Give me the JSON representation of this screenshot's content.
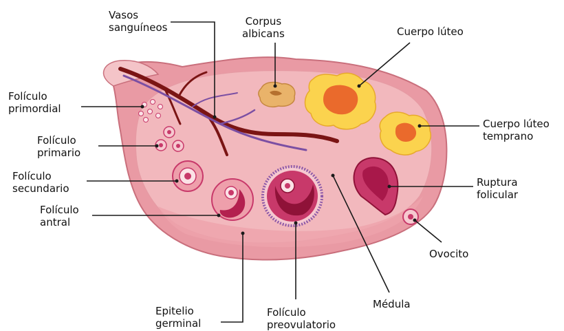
{
  "labels": {
    "vasos": [
      "Vasos",
      "sanguíneos"
    ],
    "corpus": [
      "Corpus",
      "albicans"
    ],
    "cuerpo_luteo": [
      "Cuerpo lúteo"
    ],
    "foliculo_primordial": [
      "Folículo",
      "primordial"
    ],
    "cuerpo_luteo_temprano": [
      "Cuerpo lúteo",
      "temprano"
    ],
    "foliculo_primario": [
      "Folículo",
      "primario"
    ],
    "foliculo_secundario": [
      "Folículo",
      "secundario"
    ],
    "ruptura_folicular": [
      "Ruptura",
      "folicular"
    ],
    "foliculo_antral": [
      "Folículo",
      "antral"
    ],
    "ovocito": [
      "Ovocito"
    ],
    "epitelio_germinal": [
      "Epitelio",
      "germinal"
    ],
    "foliculo_preovulatorio": [
      "Folículo",
      "preovulatorio"
    ],
    "medula": [
      "Médula"
    ]
  },
  "colors": {
    "ovary_outer": "#e79aa3",
    "ovary_inner": "#f3b8bd",
    "ovary_stroke": "#c9707c",
    "vessel_red": "#7a1414",
    "vessel_purple": "#7b4fa3",
    "luteum_yellow": "#fbd34e",
    "luteum_orange": "#ea6a2c",
    "albicans": "#e9b36a",
    "follicle_pink": "#c8396a"
  }
}
